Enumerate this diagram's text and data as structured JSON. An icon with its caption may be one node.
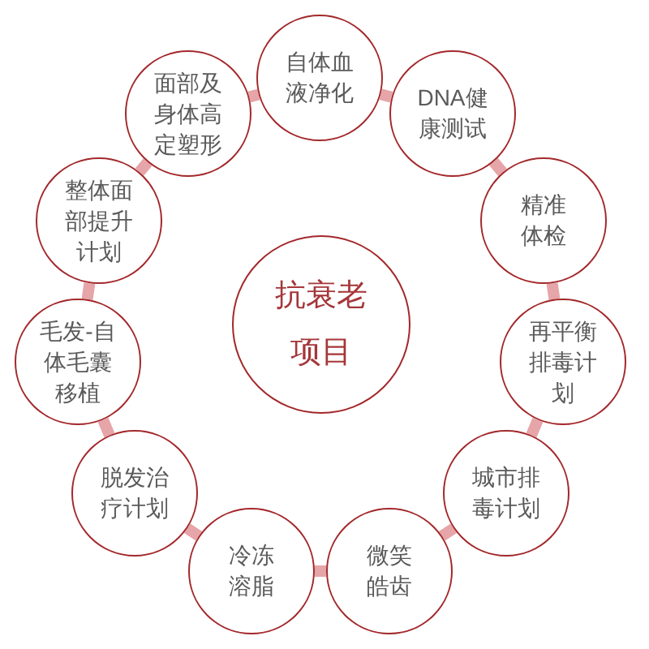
{
  "diagram": {
    "nodes": [
      {
        "text": [
          "抗衰老项目"
        ]
      },
      {
        "text": [
          "自体血液净化"
        ]
      },
      {
        "text": [
          "DNA健康测试"
        ]
      },
      {
        "text": [
          "精准体检"
        ]
      },
      {
        "text": [
          "再平衡排毒计划"
        ]
      },
      {
        "text": [
          "城市排毒计划"
        ]
      },
      {
        "text": [
          "微笑皓齿"
        ]
      },
      {
        "text": [
          "冷冻溶脂"
        ]
      },
      {
        "text": [
          "脱发治疗计划"
        ]
      },
      {
        "text": [
          "毛发-自体毛囊移植"
        ]
      },
      {
        "text": [
          "整体面部提升计划"
        ]
      },
      {
        "text": [
          "面部及身体高定塑形"
        ]
      }
    ],
    "edges": [
      {
        "from": 1,
        "to": 2,
        "arrow": "none"
      },
      {
        "from": 2,
        "to": 3,
        "arrow": "none"
      },
      {
        "from": 3,
        "to": 4,
        "arrow": "none"
      },
      {
        "from": 4,
        "to": 5,
        "arrow": "none"
      },
      {
        "from": 5,
        "to": 6,
        "arrow": "none"
      },
      {
        "from": 6,
        "to": 7,
        "arrow": "none"
      },
      {
        "from": 7,
        "to": 8,
        "arrow": "none"
      },
      {
        "from": 8,
        "to": 9,
        "arrow": "none"
      },
      {
        "from": 9,
        "to": 10,
        "arrow": "none"
      },
      {
        "from": 10,
        "to": 11,
        "arrow": "none"
      },
      {
        "from": 11,
        "to": 1,
        "arrow": "none"
      }
    ]
  }
}
